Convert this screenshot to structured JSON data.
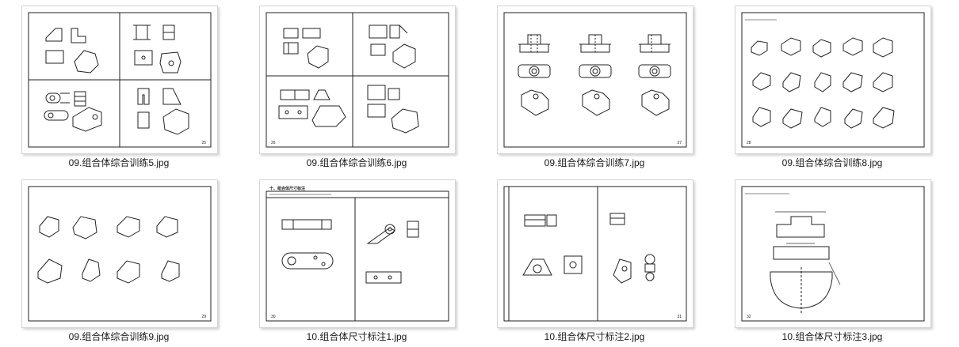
{
  "files": [
    {
      "name": "09.组合体综合训练5.jpg",
      "page_number": "25"
    },
    {
      "name": "09.组合体综合训练6.jpg",
      "page_number": "26"
    },
    {
      "name": "09.组合体综合训练7.jpg",
      "page_number": "27"
    },
    {
      "name": "09.组合体综合训练8.jpg",
      "page_number": "28"
    },
    {
      "name": "09.组合体综合训练9.jpg",
      "page_number": "29"
    },
    {
      "name": "10.组合体尺寸标注1.jpg",
      "page_number": "30",
      "heading": "十、组合体尺寸标注"
    },
    {
      "name": "10.组合体尺寸标注2.jpg",
      "page_number": "31"
    },
    {
      "name": "10.组合体尺寸标注3.jpg",
      "page_number": "32"
    }
  ]
}
